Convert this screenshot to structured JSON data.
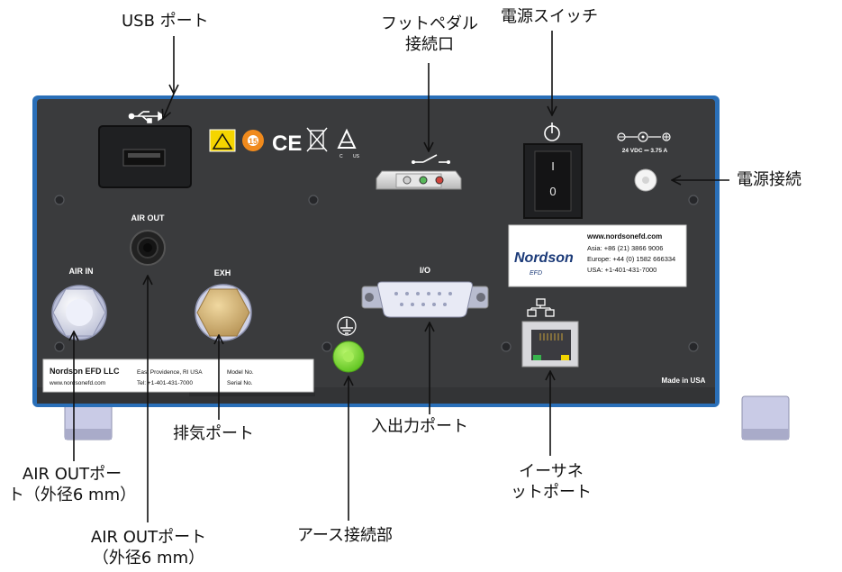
{
  "labels": {
    "usb_port": "USB ポート",
    "foot_pedal": [
      "フットペダル",
      "接続口"
    ],
    "power_switch": "電源スイッチ",
    "power_connection": "電源接続",
    "exhaust_port": "排気ポート",
    "io_port": "入出力ポート",
    "ethernet_port": [
      "イーサネ",
      "ットポート"
    ],
    "air_in_port": [
      "AIR OUTポー",
      "ト（外径6 mm）"
    ],
    "air_out_port": [
      "AIR OUTポート",
      "（外径6 mm）"
    ],
    "ground": "アース接続部"
  },
  "panel": {
    "air_out": "AIR OUT",
    "air_in": "AIR IN",
    "exh": "EXH",
    "io": "I/O",
    "made_in": "Made in USA",
    "switch_on": "I",
    "switch_off": "0",
    "power_rating": "24 VDC  ⎓  3.75 A"
  },
  "nordson_label": {
    "logo": "Nordson",
    "sub": "EFD",
    "website": "www.nordsonefd.com",
    "asia": "Asia: +86 (21) 3866 9006",
    "europe": "Europe: +44 (0) 1582 666334",
    "usa": "USA: +1-401-431-7000"
  },
  "serial_label": {
    "company": "Nordson EFD LLC",
    "website": "www.nordsonefd.com",
    "address": "East Providence, RI USA",
    "tel": "Tel: +1-401-431-7000",
    "model": "Model No.",
    "serial": "Serial No."
  },
  "colors": {
    "frame": "#2a6fb8",
    "panel": "#3a3b3d",
    "ground_connector": "#7fe038",
    "exhaust_fitting": "#d6b678",
    "feet": "#c9cbe6"
  }
}
